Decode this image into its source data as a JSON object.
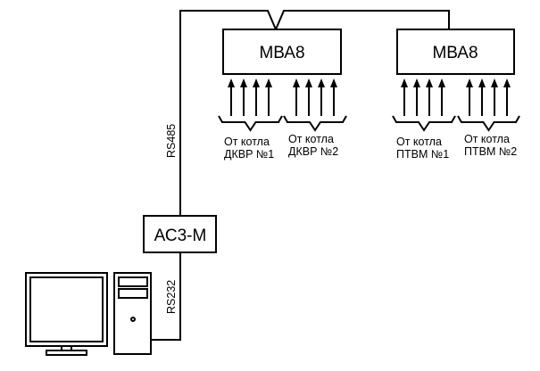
{
  "diagram": {
    "modules": [
      {
        "label": "МВА8",
        "inputs": [
          {
            "line1": "От котла",
            "line2": "ДКВР №1",
            "arrows": 4
          },
          {
            "line1": "От котла",
            "line2": "ДКВР №2",
            "arrows": 4
          }
        ]
      },
      {
        "label": "МВА8",
        "inputs": [
          {
            "line1": "От котла",
            "line2": "ПТВМ №1",
            "arrows": 4
          },
          {
            "line1": "От котла",
            "line2": "ПТВМ №2",
            "arrows": 4
          }
        ]
      }
    ],
    "converter": {
      "label": "АС3-М"
    },
    "bus_labels": {
      "upper": "RS485",
      "lower": "RS232"
    },
    "computer": {
      "icons": [
        "monitor-icon",
        "pc-tower-icon"
      ]
    },
    "colors": {
      "stroke": "#000000",
      "background": "#ffffff"
    }
  }
}
